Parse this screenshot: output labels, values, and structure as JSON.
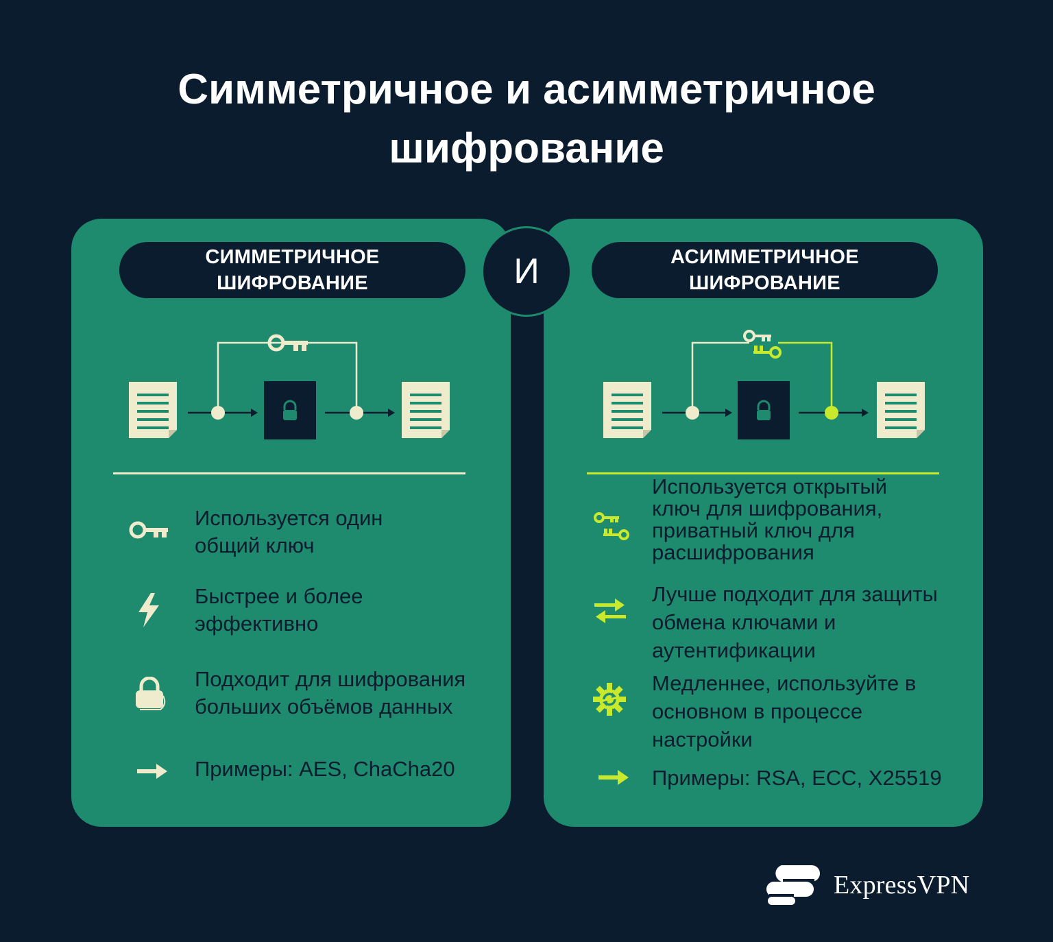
{
  "title": {
    "line1": "Симметричное и асимметричное",
    "line2": "шифрование"
  },
  "connector": "И",
  "colors": {
    "background": "#0b1c2e",
    "panel": "#1e8a6e",
    "cream": "#efeccd",
    "accent": "#c9ea2c"
  },
  "symmetric": {
    "title_line1": "СИММЕТРИЧНОЕ",
    "title_line2": "ШИФРОВАНИЕ",
    "features": [
      {
        "icon": "key-icon",
        "lines": [
          "Используется один",
          "общий ключ"
        ]
      },
      {
        "icon": "lightning-icon",
        "lines": [
          "Быстрее и более",
          "эффективно"
        ]
      },
      {
        "icon": "lock-icon",
        "lines": [
          "Подходит для шифрования",
          "больших объёмов данных"
        ]
      },
      {
        "icon": "arrow-right-icon",
        "lines": [
          "Примеры: AES, ChaCha20"
        ]
      }
    ]
  },
  "asymmetric": {
    "title_line1": "АСИММЕТРИЧНОЕ",
    "title_line2": "ШИФРОВАНИЕ",
    "features": [
      {
        "icon": "key-pair-icon",
        "lines": [
          "Используется открытый",
          "ключ для шифрования,",
          "приватный ключ для",
          "расшифрования"
        ]
      },
      {
        "icon": "exchange-arrows-icon",
        "lines": [
          "Лучше подходит для защиты",
          "обмена ключами и",
          "аутентификации"
        ]
      },
      {
        "icon": "gear-refresh-icon",
        "lines": [
          "Медленнее, используйте в",
          "основном в процессе",
          "настройки"
        ]
      },
      {
        "icon": "arrow-right-icon",
        "lines": [
          "Примеры: RSA, ECC, X25519"
        ]
      }
    ]
  },
  "brand": {
    "name": "ExpressVPN"
  }
}
